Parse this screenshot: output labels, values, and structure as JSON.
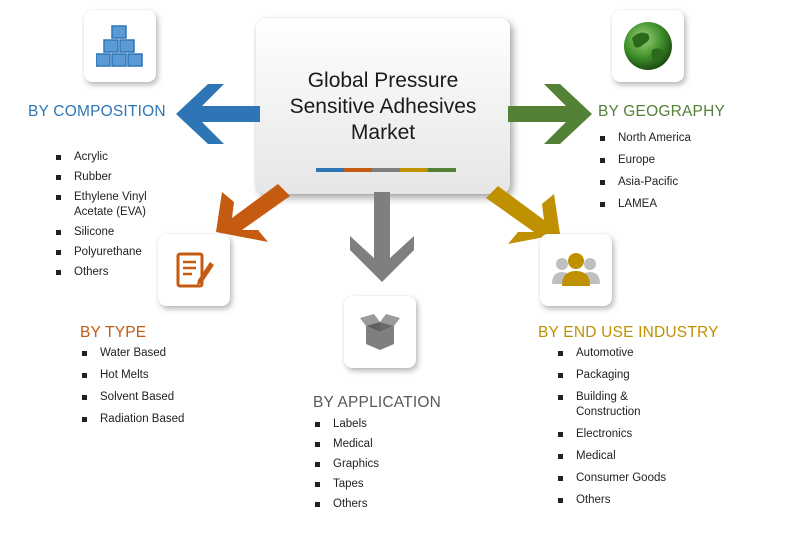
{
  "title": "Global Pressure Sensitive Adhesives Market",
  "title_lines": [
    "Global Pressure",
    "Sensitive Adhesives",
    "Market"
  ],
  "colors": {
    "composition": "#2e75b6",
    "geography": "#538135",
    "type": "#c55a11",
    "application": "#7f7f7f",
    "end_use": "#bf9000"
  },
  "segments": {
    "composition": {
      "heading": "BY COMPOSITION",
      "icon": "cubes-icon",
      "items": [
        "Acrylic",
        "Rubber",
        "Ethylene Vinyl Acetate (EVA)",
        "Silicone",
        "Polyurethane",
        "Others"
      ]
    },
    "geography": {
      "heading": "BY GEOGRAPHY",
      "icon": "globe-icon",
      "items": [
        "North America",
        "Europe",
        "Asia-Pacific",
        "LAMEA"
      ]
    },
    "type": {
      "heading": "BY TYPE",
      "icon": "document-pencil-icon",
      "items": [
        "Water Based",
        "Hot Melts",
        "Solvent Based",
        "Radiation Based"
      ]
    },
    "application": {
      "heading": "BY APPLICATION",
      "icon": "open-box-icon",
      "items": [
        "Labels",
        "Medical",
        "Graphics",
        "Tapes",
        "Others"
      ]
    },
    "end_use": {
      "heading": "BY END USE INDUSTRY",
      "icon": "users-icon",
      "items": [
        "Automotive",
        "Packaging",
        "Building & Construction",
        "Electronics",
        "Medical",
        "Consumer Goods",
        "Others"
      ]
    }
  }
}
